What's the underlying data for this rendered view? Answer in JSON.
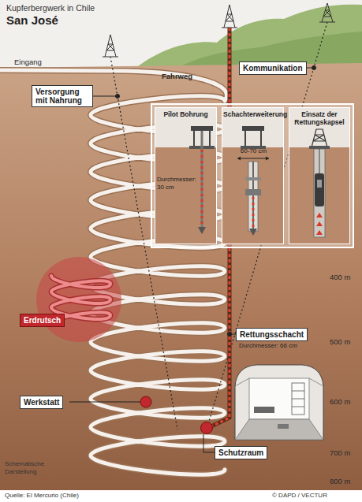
{
  "diagram": {
    "title": "Kupferbergwerk in Chile",
    "nodes": [
      {
        "text": [
          "Versorgung mit Nahrung"
        ]
      },
      {
        "text": [
          "Kommunikation"
        ]
      },
      {
        "text": [
          "Pilot Bohrung",
          "Durchmesser: 30 cm"
        ]
      },
      {
        "text": [
          "Schachterweiterung",
          "60-70 cm"
        ]
      },
      {
        "text": [
          "Einsatz der Rettungskapsel"
        ]
      },
      {
        "text": [
          "Erdrutsch"
        ]
      },
      {
        "text": [
          "Rettungsschacht",
          "Durchmesser: 66 cm"
        ]
      },
      {
        "text": [
          "Werkstatt"
        ]
      },
      {
        "text": [
          "Schutzraum"
        ]
      }
    ],
    "labels": [
      "San José",
      "Eingang",
      "Fahrweg",
      "400 m",
      "500 m",
      "600 m",
      "700 m",
      "800 m",
      "Schematische Darstellung",
      "Quelle: El Mercurio (Chile)",
      "© DAPD / VECTUR"
    ]
  }
}
